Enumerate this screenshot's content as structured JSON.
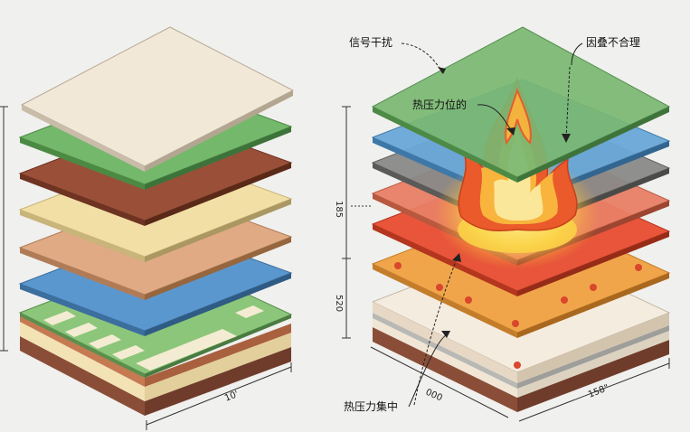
{
  "left_stack": {
    "dimension_label": "10'",
    "layers": [
      {
        "name": "base-brown",
        "color": "#a0604a"
      },
      {
        "name": "circuit-green",
        "color": "#8cc67a"
      },
      {
        "name": "blue",
        "color": "#5b97cf"
      },
      {
        "name": "tan",
        "color": "#dfaa84"
      },
      {
        "name": "cream",
        "color": "#f1dfa6"
      },
      {
        "name": "brown",
        "color": "#9a5038"
      },
      {
        "name": "green",
        "color": "#74b86b"
      },
      {
        "name": "paper",
        "color": "#f1e8d8"
      }
    ]
  },
  "right_stack": {
    "dimension_labels": {
      "upper": "185",
      "lower": "520",
      "bottom_mid": "000",
      "bottom_right": "158\""
    },
    "layers": [
      {
        "name": "base-brown",
        "color": "#a0604a"
      },
      {
        "name": "cream-base",
        "color": "#f1e6d5"
      },
      {
        "name": "orange-dots",
        "color": "#f1a54a"
      },
      {
        "name": "red",
        "color": "#e8553a"
      },
      {
        "name": "salmon",
        "color": "#e88066"
      },
      {
        "name": "gray",
        "color": "#8a8a88"
      },
      {
        "name": "blue",
        "color": "#6ba8d8"
      },
      {
        "name": "green-top",
        "color": "#7ab872"
      }
    ]
  },
  "labels": {
    "signal_interference": "信号干扰",
    "unreasonable_stacking": "因叠不合理",
    "thermal_stress_position": "热压力位的",
    "thermal_stress_concentration": "热压力集中"
  },
  "colors": {
    "flame_outer": "#ea5a2a",
    "flame_mid": "#f8b43c",
    "flame_inner": "#fbe79a",
    "dot": "#d9472c"
  }
}
